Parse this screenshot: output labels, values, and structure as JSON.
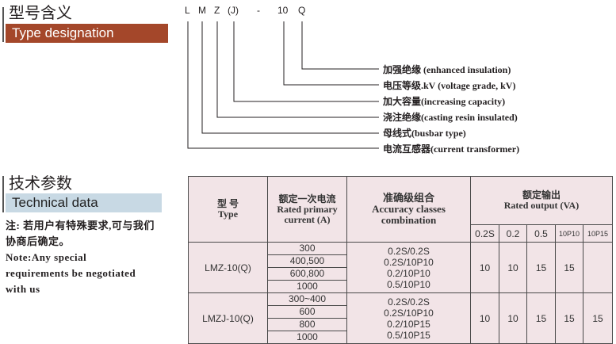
{
  "type_designation": {
    "title_zh": "型号含义",
    "title_en": "Type designation",
    "code_letters": [
      "L",
      "M",
      "Z",
      "(J)",
      "-",
      "10",
      "Q"
    ],
    "legend": [
      "加强绝缘 (enhanced insulation)",
      "电压等级.kV (voltage grade, kV)",
      "加大容量(increasing capacity)",
      "浇注绝缘(casting resin insulated)",
      "母线式(busbar type)",
      "电流互感器(current transformer)"
    ]
  },
  "technical_data": {
    "title_zh": "技术参数",
    "title_en": "Technical data",
    "note_zh": [
      "注: 若用户有特殊要求,可与我们",
      "协商后确定。"
    ],
    "note_en": [
      "Note:Any special",
      "requirements be negotiated",
      "with us"
    ]
  },
  "table": {
    "headers": {
      "type": [
        "型 号",
        "Type"
      ],
      "current": [
        "额定一次电流",
        "Rated primary",
        "current (A)"
      ],
      "accuracy": [
        "准确级组合",
        "Accuracy classes",
        "combination"
      ],
      "output": [
        "额定输出",
        "Rated output  (VA)"
      ],
      "output_cols": [
        "0.2S",
        "0.2",
        "0.5",
        "10P10",
        "10P15"
      ]
    },
    "rows": [
      {
        "type": "LMZ-10(Q)",
        "currents": [
          "300",
          "400,500",
          "600,800",
          "1000"
        ],
        "accuracy": [
          "0.2S/0.2S",
          "0.2S/10P10",
          "0.2/10P10",
          "0.5/10P10"
        ],
        "outputs": [
          "10",
          "10",
          "15",
          "15",
          ""
        ]
      },
      {
        "type": "LMZJ-10(Q)",
        "currents": [
          "300~400",
          "600",
          "800",
          "1000"
        ],
        "accuracy": [
          "0.2S/0.2S",
          "0.2S/10P10",
          "0.2/10P15",
          "0.5/10P15"
        ],
        "outputs": [
          "10",
          "10",
          "15",
          "15",
          "15"
        ]
      }
    ]
  },
  "colors": {
    "designation_bar": "#a4472a",
    "technical_bar": "#c8d9e4",
    "table_bg": "#f2e4e7"
  }
}
